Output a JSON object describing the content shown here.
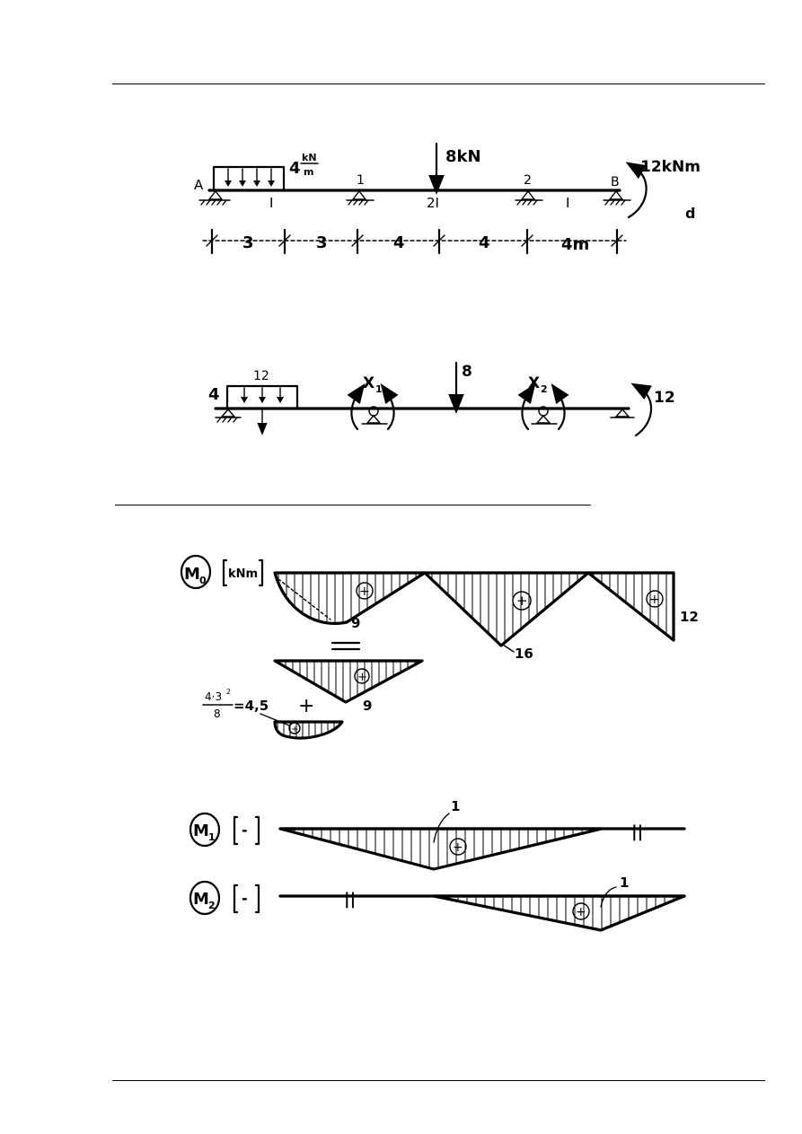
{
  "beam": {
    "label_A": "A",
    "label_B": "B",
    "label_1": "1",
    "label_2": "2",
    "q_value": "4",
    "q_unit_num": "kN",
    "q_unit_den": "m",
    "point_load": "8kN",
    "moment": "12kNm",
    "stiffness": [
      "I",
      "2I",
      "I"
    ],
    "problem_letter": "d",
    "spans": [
      "3",
      "3",
      "4",
      "4",
      "4m"
    ]
  },
  "primary_system": {
    "q_value": "4",
    "resultant": "12",
    "point_load": "8",
    "moment": "12",
    "x1": "X",
    "x1_sub": "1",
    "x2": "X",
    "x2_sub": "2"
  },
  "m0": {
    "label": "M",
    "label_sub": "0",
    "unit": "kNm",
    "peak_left": "9",
    "peak_mid": "16",
    "end_value": "12",
    "equals": "=",
    "tri_value": "9",
    "formula_num": "4·3",
    "formula_exp": "2",
    "formula_den": "8",
    "formula_result": "=4,5",
    "plus": "+",
    "sign": "+"
  },
  "m1": {
    "label": "M",
    "label_sub": "1",
    "unit": "-",
    "peak_value": "1",
    "break_mark": "||"
  },
  "m2": {
    "label": "M",
    "label_sub": "2",
    "unit": "-",
    "peak_value": "1",
    "break_mark": "||"
  }
}
